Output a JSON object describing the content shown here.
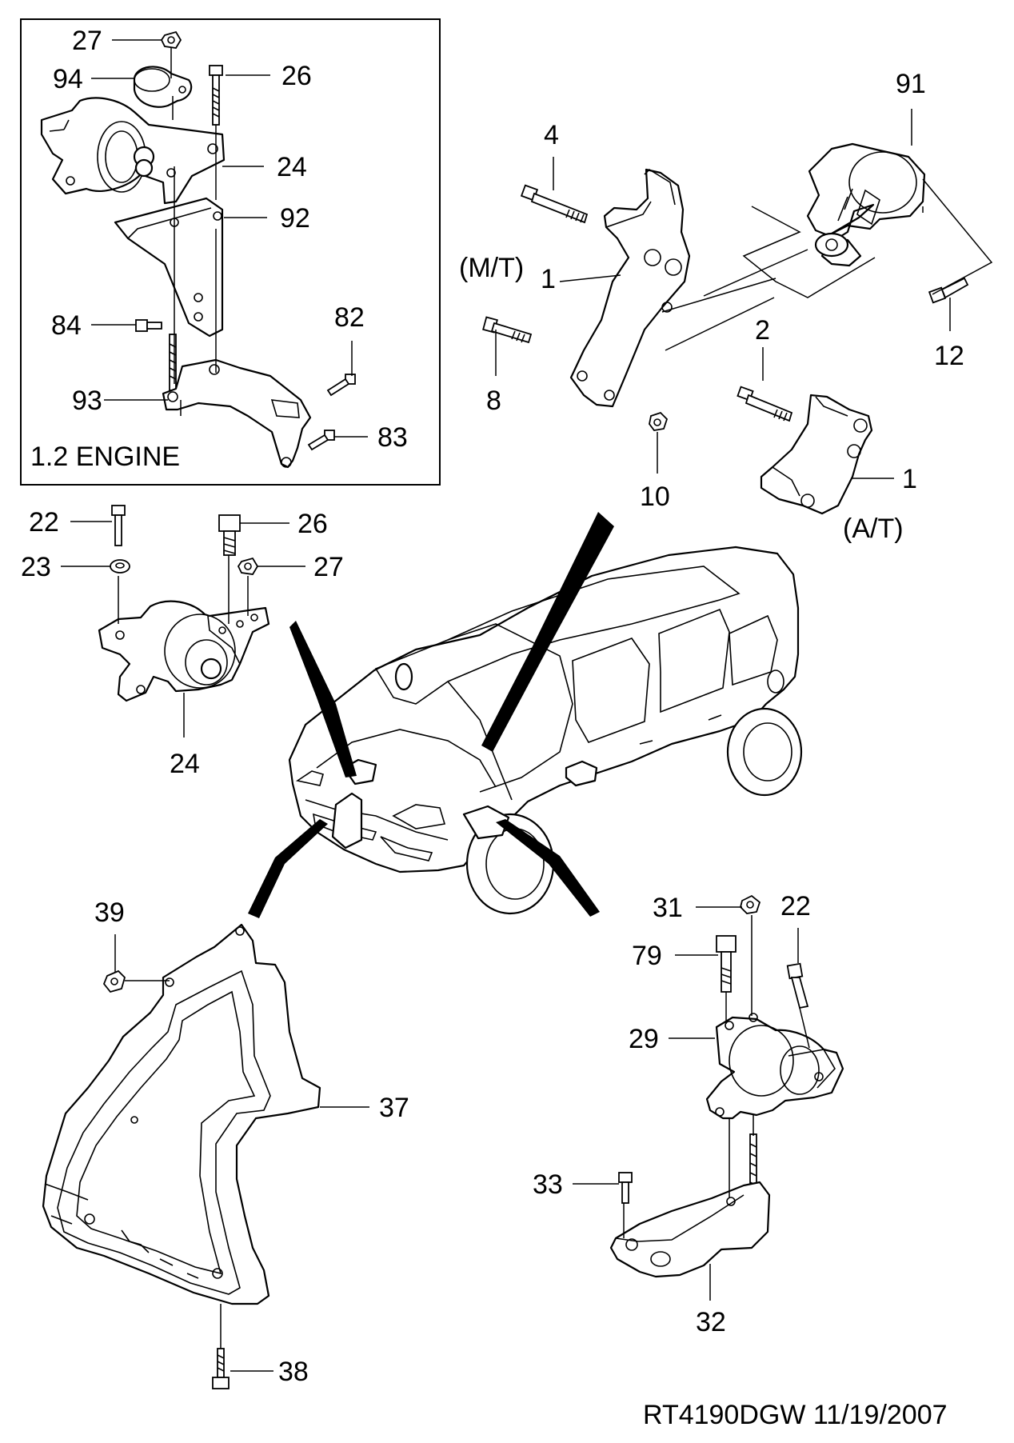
{
  "diagram": {
    "inset_title": "1.2 ENGINE",
    "footer_code": "RT4190DGW  11/19/2007",
    "variant_labels": {
      "manual": "(M/T)",
      "automatic": "(A/T)"
    },
    "callouts": {
      "c27_inset": "27",
      "c94": "94",
      "c26_inset": "26",
      "c24_inset": "24",
      "c92": "92",
      "c84": "84",
      "c82": "82",
      "c93": "93",
      "c83": "83",
      "c4": "4",
      "c91": "91",
      "c1_mt": "1",
      "c8": "8",
      "c10": "10",
      "c12": "12",
      "c2": "2",
      "c1_at": "1",
      "c22_left": "22",
      "c26_left": "26",
      "c23": "23",
      "c27_left": "27",
      "c24_left": "24",
      "c39": "39",
      "c37": "37",
      "c38": "38",
      "c31": "31",
      "c22_right": "22",
      "c79": "79",
      "c29": "29",
      "c33": "33",
      "c32": "32"
    }
  }
}
